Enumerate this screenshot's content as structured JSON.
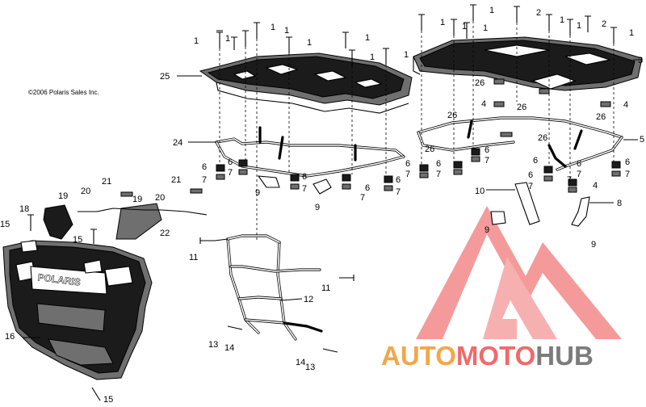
{
  "copyright": "©2006 Polaris Sales Inc.",
  "grille_text": "POLARIS",
  "watermark": {
    "part1": "AUTO",
    "part2": "MOTO",
    "part3": "HUB",
    "color_orange": "#f4a64a",
    "color_red": "#f06a6a",
    "color_gray": "#7c7c7c"
  },
  "callouts": {
    "c1": "1",
    "c2": "1",
    "c3": "1",
    "c4": "1",
    "c5": "1",
    "c6": "1",
    "c7": "1",
    "c8": "1",
    "c9": "1",
    "c10": "1",
    "c11": "1",
    "c12": "1",
    "c13": "2",
    "c14": "1",
    "c15": "1",
    "c16": "2",
    "c17": "1",
    "c18": "25",
    "c19": "3",
    "c20": "26",
    "c21": "4",
    "c22": "26",
    "c23": "26",
    "c24": "4",
    "c25": "26",
    "c26": "26",
    "c27": "26",
    "c28": "5",
    "c29": "24",
    "c30": "6",
    "c31": "7",
    "c32": "6",
    "c33": "7",
    "c34": "9",
    "c35": "6",
    "c36": "7",
    "c37": "6",
    "c38": "7",
    "c39": "9",
    "c40": "6",
    "c41": "7",
    "c42": "6",
    "c43": "7",
    "c44": "6",
    "c45": "7",
    "c46": "6",
    "c47": "7",
    "c48": "6",
    "c49": "7",
    "c50": "6",
    "c51": "7",
    "c52": "6",
    "c53": "7",
    "c54": "4",
    "c55": "6",
    "c56": "7",
    "c57": "10",
    "c58": "8",
    "c59": "9",
    "c60": "9",
    "c61": "21",
    "c62": "21",
    "c63": "20",
    "c64": "20",
    "c65": "19",
    "c66": "19",
    "c67": "18",
    "c68": "15",
    "c69": "15",
    "c70": "22",
    "c71": "11",
    "c72": "11",
    "c73": "12",
    "c74": "16",
    "c75": "13",
    "c76": "14",
    "c77": "14",
    "c78": "13",
    "c79": "15"
  }
}
